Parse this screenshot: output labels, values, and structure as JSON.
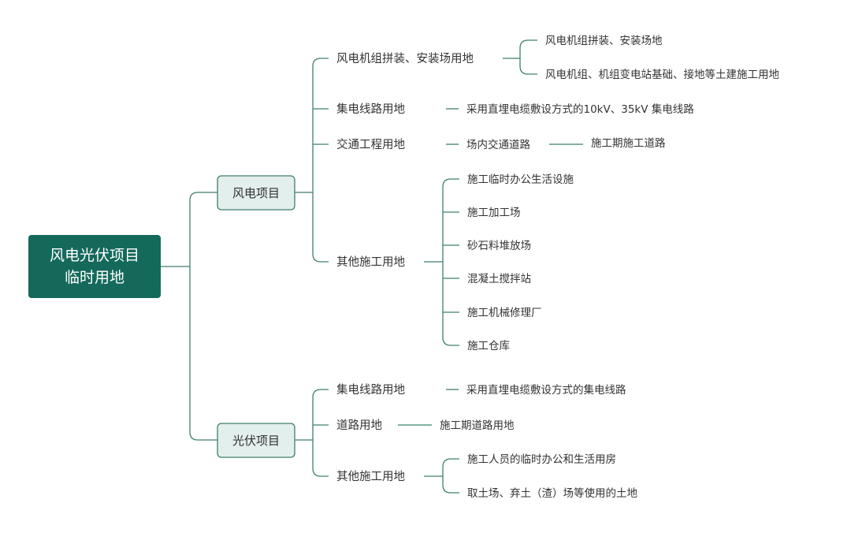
{
  "colors": {
    "accent": "#14695b",
    "line": "#3f7f6f",
    "box_fill": "#e3efec",
    "text": "#333333"
  },
  "root": {
    "line1": "风电光伏项目",
    "line2": "临时用地"
  },
  "wind": {
    "label": "风电项目",
    "items": [
      {
        "label": "风电机组拼装、安装场用地",
        "children": [
          "风电机组拼装、安装场地",
          "风电机组、机组变电站基础、接地等土建施工用地"
        ]
      },
      {
        "label": "集电线路用地",
        "child": "采用直埋电缆敷设方式的10kV、35kV 集电线路"
      },
      {
        "label": "交通工程用地",
        "child": "场内交通道路",
        "grandchild": "施工期施工道路"
      },
      {
        "label": "其他施工用地",
        "children": [
          "施工临时办公生活设施",
          "施工加工场",
          "砂石料堆放场",
          "混凝土搅拌站",
          "施工机械修理厂",
          "施工仓库"
        ]
      }
    ]
  },
  "solar": {
    "label": "光伏项目",
    "items": [
      {
        "label": "集电线路用地",
        "child": "采用直埋电缆敷设方式的集电线路"
      },
      {
        "label": "道路用地",
        "child": "施工期道路用地"
      },
      {
        "label": "其他施工用地",
        "children": [
          "施工人员的临时办公和生活用房",
          "取土场、弃土（渣）场等使用的土地"
        ]
      }
    ]
  }
}
